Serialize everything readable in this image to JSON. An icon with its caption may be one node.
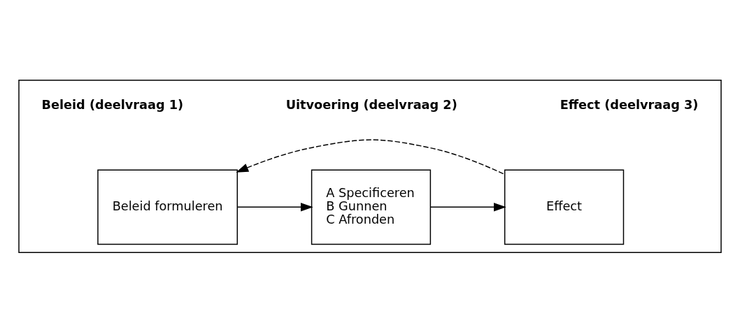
{
  "diagram": {
    "nodes": [
      {
        "text": [],
        "shape": "box"
      },
      {
        "text": [
          "Beleid formuleren"
        ],
        "in": 0
      },
      {
        "text": [
          "A Specificeren",
          "B Gunnen",
          "C Afronden"
        ],
        "in": 0
      },
      {
        "text": [
          "Effect"
        ],
        "in": 0
      }
    ],
    "edges": [
      {
        "from": 1,
        "to": 2,
        "arrow": "to"
      },
      {
        "from": 2,
        "to": 3,
        "arrow": "to"
      },
      {
        "from": 3,
        "to": 1,
        "arrow": "to",
        "style": "dashed"
      }
    ],
    "labels": [
      "Beleid (deelvraag 1)",
      "Uitvoering (deelvraag 2)",
      "Effect (deelvraag 3)"
    ]
  }
}
